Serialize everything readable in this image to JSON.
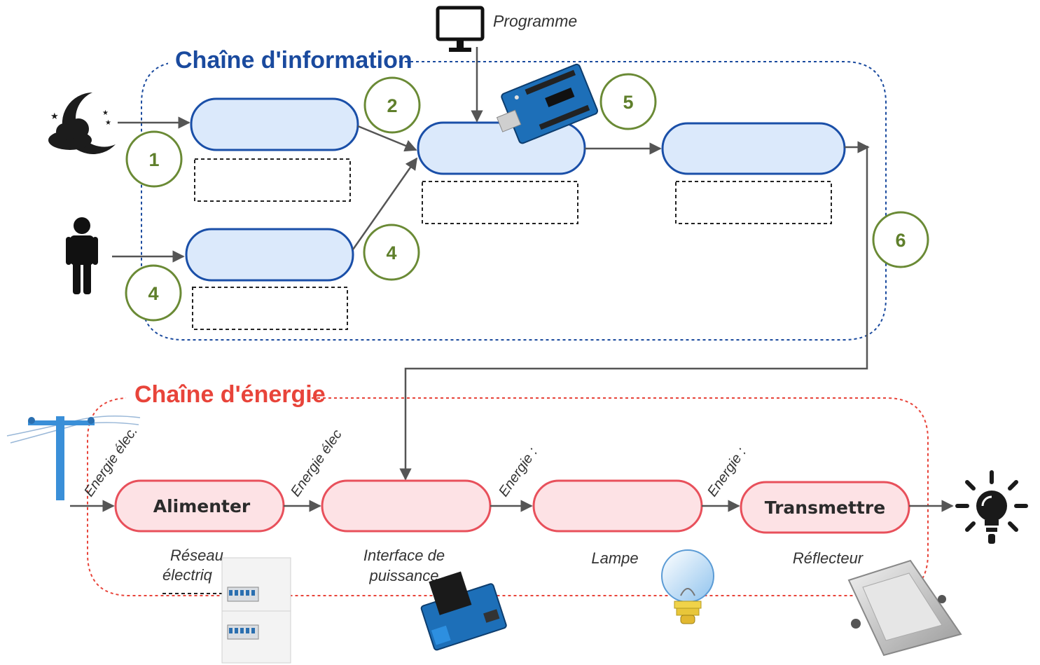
{
  "info_chain": {
    "title": "Chaîne d'information",
    "color": "#1a4a9e"
  },
  "energy_chain": {
    "title": "Chaîne d'énergie",
    "color": "#e8443a"
  },
  "program_label": "Programme",
  "markers": {
    "m1": "1",
    "m2": "2",
    "m4a": "4",
    "m4b": "4",
    "m5": "5",
    "m6": "6"
  },
  "energy_blocks": {
    "alimenter": "Alimenter",
    "transmettre": "Transmettre"
  },
  "energy_flows": {
    "e1": "Energie élec.",
    "e2": "Energie élec",
    "e3": "Energie :",
    "e4": "Energie :"
  },
  "components": {
    "reseau_line1": "Réseau",
    "reseau_line2": "électriq",
    "interface_line1": "Interface de",
    "interface_line2": "puissance",
    "lampe": "Lampe",
    "reflecteur": "Réflecteur"
  },
  "icons": [
    "night-icon",
    "person-icon",
    "monitor-icon",
    "arduino-board-icon",
    "power-pole-icon",
    "breaker-panel-icon",
    "relay-module-icon",
    "light-bulb-icon",
    "reflector-icon",
    "lamp-rays-icon"
  ],
  "colors": {
    "info_fill": "#dbe9fb",
    "info_stroke": "#1a4fa8",
    "energy_fill": "#fde2e5",
    "energy_stroke": "#e8505b",
    "marker_stroke": "#6a8a35"
  }
}
